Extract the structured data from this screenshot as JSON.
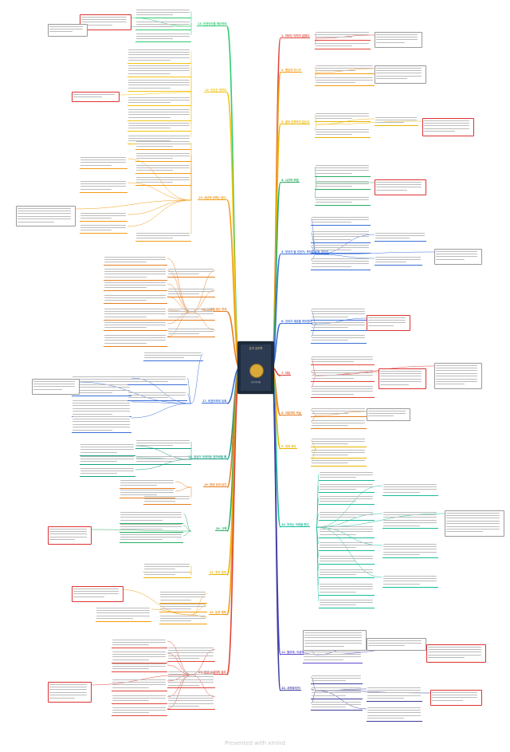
{
  "center": {
    "title": "돈의 심리학",
    "subtitle": "모건 하우절"
  },
  "colors": {
    "right": [
      "#e0453a",
      "#f39c12",
      "#e7b400",
      "#27ae60",
      "#3b6fd8",
      "#3b6fd8",
      "#e0453a",
      "#e67e22",
      "#e7b400",
      "#1abc9c",
      "#5b4bd1",
      "#3d3d9e"
    ],
    "left": [
      "#2ecc71",
      "#f1c40f",
      "#f39c12",
      "#e67e22",
      "#3b6fd8",
      "#16a085",
      "#e67e22",
      "#27ae60",
      "#e7b400",
      "#f39c12",
      "#e0453a"
    ]
  },
  "branches_right": [
    {
      "label": "1. 아무도 미치지 않았다"
    },
    {
      "label": "2. 행운과 리스크"
    },
    {
      "label": "3. 결코 만족하지 않는다"
    },
    {
      "label": "4. 시간의 마법"
    },
    {
      "label": "5. 부자가 될 것인가, 부자로 남을 것인가"
    },
    {
      "label": "6. 꼬리가 세상을 좌우한다"
    },
    {
      "label": "7. 자유"
    },
    {
      "label": "8. 자동차의 역설"
    },
    {
      "label": "9. 부의 의미"
    },
    {
      "label": "10. 부자는 저축을 한다"
    },
    {
      "label": "11. 합리적, 이성적"
    },
    {
      "label": "12. 서프라이즈!"
    }
  ],
  "branches_left": [
    {
      "label": "13. 안전마진을 확보하라"
    },
    {
      "label": "14. 당신은 변한다"
    },
    {
      "label": "15. 세상에 공짜는 없다"
    },
    {
      "label": "16. 나에게 맞는 투자"
    },
    {
      "label": "17. 비관주의의 유혹"
    },
    {
      "label": "18. 당신이 무엇이든 믿어버릴 때"
    },
    {
      "label": "19. 한데 모아 보기"
    },
    {
      "label": "20. 고백"
    },
    {
      "label": "21. 투자 원칙"
    },
    {
      "label": "22. 돈과 행복"
    },
    {
      "label": "23. 미국 소비자의 심리"
    }
  ],
  "footer": {
    "text": "Presented with xmind"
  }
}
